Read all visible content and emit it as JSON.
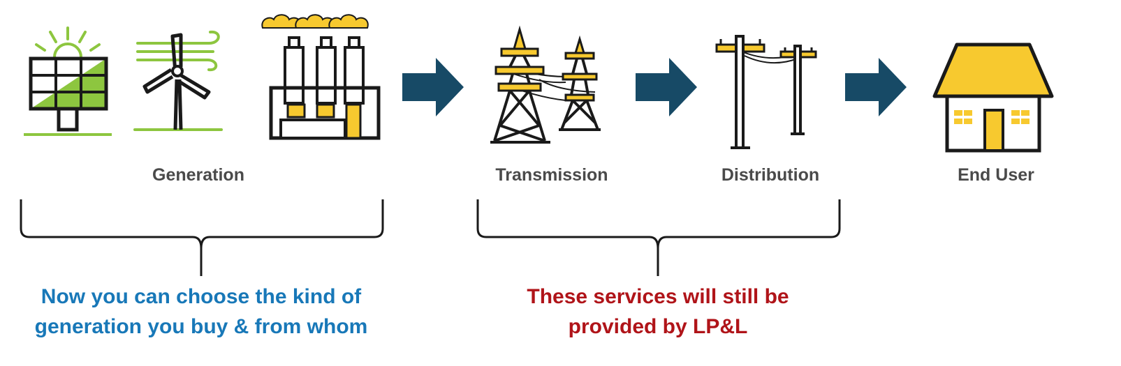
{
  "stages": {
    "generation": {
      "label": "Generation"
    },
    "transmission": {
      "label": "Transmission"
    },
    "distribution": {
      "label": "Distribution"
    },
    "end_user": {
      "label": "End User"
    }
  },
  "captions": {
    "left": {
      "line1": "Now you can choose the kind of",
      "line2": "generation you buy & from whom"
    },
    "right": {
      "line1": "These services will still be",
      "line2": "provided by LP&L"
    }
  },
  "icons": [
    "solar-panel-icon",
    "wind-turbine-icon",
    "power-plant-icon",
    "arrow-right-icon",
    "transmission-tower-icon",
    "utility-pole-icon",
    "house-icon",
    "curly-brace"
  ],
  "colors": {
    "arrow": "#174a66",
    "yellow": "#f7c92f",
    "green": "#8dc63f",
    "outline": "#1a1a1a",
    "label": "#4a4a4a",
    "left_caption": "#1878b8",
    "right_caption": "#b01419"
  }
}
